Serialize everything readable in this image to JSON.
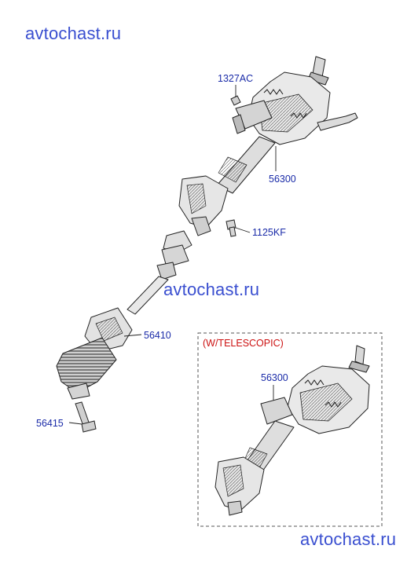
{
  "watermarks": [
    "avtochast.ru",
    "avtochast.ru",
    "avtochast.ru"
  ],
  "callouts": {
    "nut": "1327AC",
    "column_main": "56300",
    "bolt_upper": "1125KF",
    "joint_shaft": "56410",
    "bolt_lower": "56415",
    "column_telescopic": "56300"
  },
  "variant_box": {
    "label": "(W/TELESCOPIC)"
  },
  "colors": {
    "callout_text": "#1a2ba8",
    "watermark": "#3a4fd0",
    "variant_label": "#cc1111",
    "line_art": "#222222"
  }
}
